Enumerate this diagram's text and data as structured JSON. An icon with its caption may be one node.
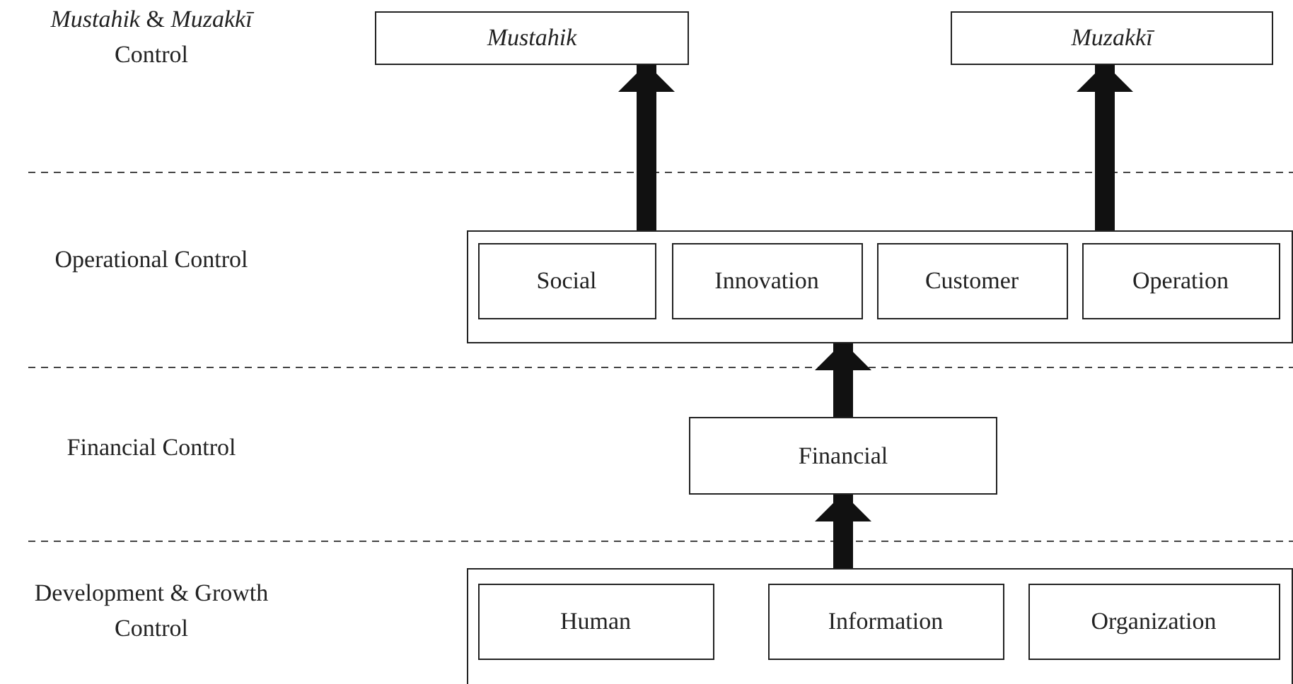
{
  "diagram": {
    "nodes": [
      {
        "text": [
          "Mustahik"
        ]
      },
      {
        "text": [
          "Muzakkī"
        ]
      },
      {
        "text": [],
        "shape": "box"
      },
      {
        "text": [
          "Social"
        ],
        "in": 2
      },
      {
        "text": [
          "Innovation"
        ],
        "in": 2
      },
      {
        "text": [
          "Customer"
        ],
        "in": 2
      },
      {
        "text": [
          "Operation"
        ],
        "in": 2
      },
      {
        "text": [
          "Financial"
        ]
      },
      {
        "text": [],
        "shape": "box"
      },
      {
        "text": [
          "Human"
        ],
        "in": 8
      },
      {
        "text": [
          "Information"
        ],
        "in": 8
      },
      {
        "text": [
          "Organization"
        ],
        "in": 8
      }
    ],
    "edges": [
      {
        "from": 2,
        "to": 0,
        "arrow": "to"
      },
      {
        "from": 2,
        "to": 1,
        "arrow": "to"
      },
      {
        "from": 7,
        "to": 2,
        "arrow": "to"
      },
      {
        "from": 8,
        "to": 7,
        "arrow": "to"
      }
    ],
    "labels": [
      "*Mustahik* & *Muzakkī* Control",
      "Operational Control",
      "Financial Control",
      "Development & Growth Control"
    ]
  }
}
